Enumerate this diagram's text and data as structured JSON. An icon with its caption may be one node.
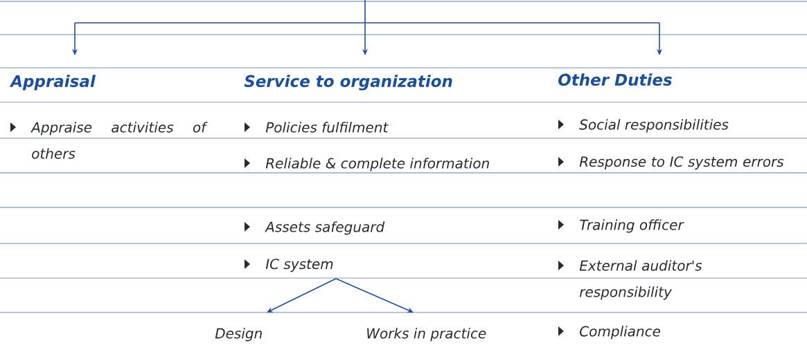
{
  "diagram": {
    "nodes": [
      {
        "text": [
          "Appraisal"
        ]
      },
      {
        "text": [
          "Service to organization"
        ]
      },
      {
        "text": [
          "Other Duties"
        ]
      },
      {
        "text": [
          "IC system"
        ]
      },
      {
        "text": [
          "Design"
        ]
      },
      {
        "text": [
          "Works in practice"
        ]
      }
    ],
    "edges": [
      {
        "from": null,
        "to": 0,
        "arrow": "to"
      },
      {
        "from": null,
        "to": 1,
        "arrow": "to"
      },
      {
        "from": null,
        "to": 2,
        "arrow": "to"
      },
      {
        "from": 3,
        "to": 4,
        "arrow": "to"
      },
      {
        "from": 3,
        "to": 5,
        "arrow": "to"
      }
    ],
    "labels": [
      "Appraise activities of others",
      "Policies fulfilment",
      "Social responsibilities",
      "Reliable & complete information",
      "Response to IC system errors",
      "Assets safeguard",
      "Training officer",
      "External auditor's responsibility",
      "Compliance"
    ]
  }
}
